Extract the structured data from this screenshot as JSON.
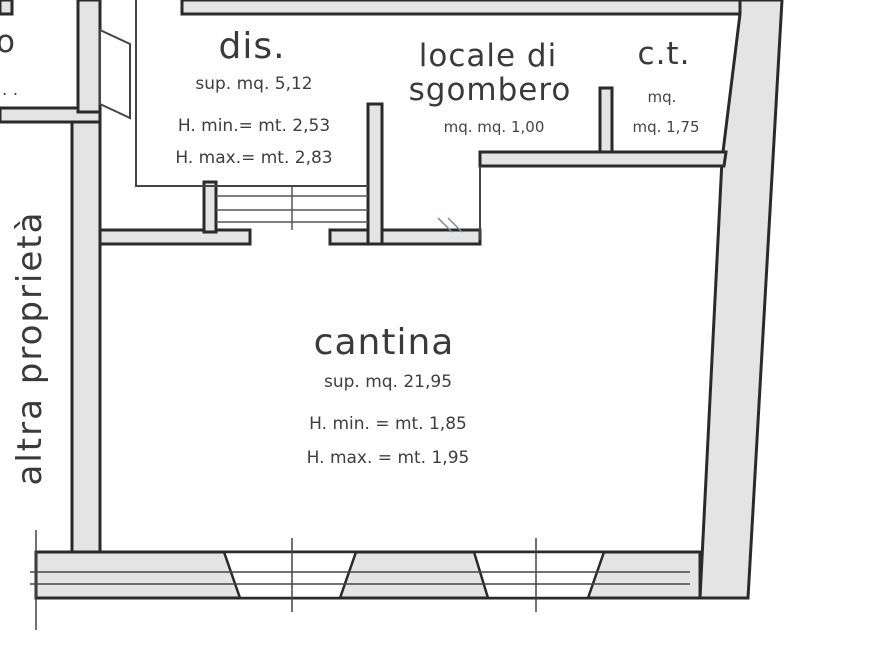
{
  "rooms": {
    "dis": {
      "name": "dis.",
      "area": "sup. mq. 5,12",
      "h_min": "H. min.= mt. 2,53",
      "h_max": "H. max.= mt. 2,83"
    },
    "sgombero": {
      "name_line1": "locale di",
      "name_line2": "sgombero",
      "area": "mq. mq. 1,00"
    },
    "ct": {
      "name": "c.t.",
      "area_line1": "mq.",
      "area_line2": "mq. 1,75"
    },
    "cantina": {
      "name": "cantina",
      "area": "sup. mq. 21,95",
      "h_min": "H. min. = mt. 1,85",
      "h_max": "H. max. = mt. 1,95"
    },
    "altra": {
      "name": "altra proprietà"
    },
    "left_cut": {
      "glyph": "o",
      "dots": ". ."
    }
  },
  "colors": {
    "wall_fill": "#e4e4e4",
    "wall_line": "#2a2a2a",
    "background": "#ffffff"
  }
}
